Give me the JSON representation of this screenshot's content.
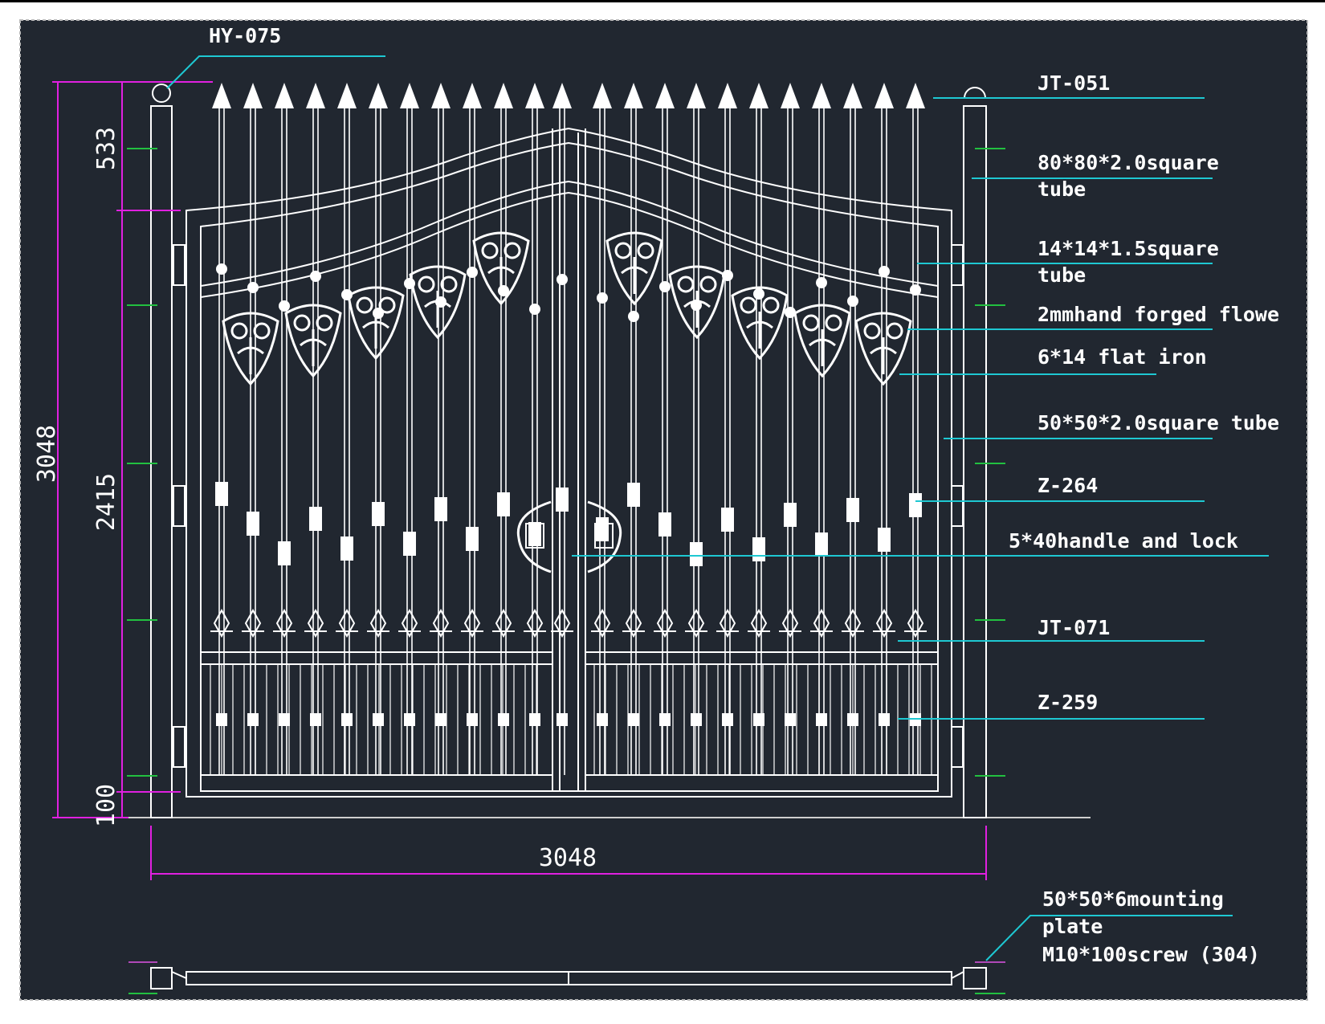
{
  "drawing": {
    "colors": {
      "background": "#212730",
      "lines": "#ffffff",
      "dimension": "#e020e0",
      "leader": "#1ec8d2",
      "tick": "#22c040"
    },
    "dimensions": {
      "overall_height": "3048",
      "top_arch_height": "533",
      "gate_height": "2415",
      "ground_clearance": "100",
      "overall_width": "3048"
    },
    "labels": {
      "finial_post": "HY-075",
      "finial_spear": "JT-051",
      "post_tube_line1": "80*80*2.0square",
      "post_tube_line2": "tube",
      "bar_tube_line1": "14*14*1.5square",
      "bar_tube_line2": "tube",
      "flower": "2mmhand forged flowe",
      "flat_iron": "6*14 flat iron",
      "frame_tube": "50*50*2.0square tube",
      "collar": "Z-264",
      "handle": "5*40handle and lock",
      "lower_finial": "JT-071",
      "lower_collar": "Z-259",
      "plate_line1": "50*50*6mounting",
      "plate_line2": "plate",
      "screw": "M10*100screw (304)"
    }
  }
}
